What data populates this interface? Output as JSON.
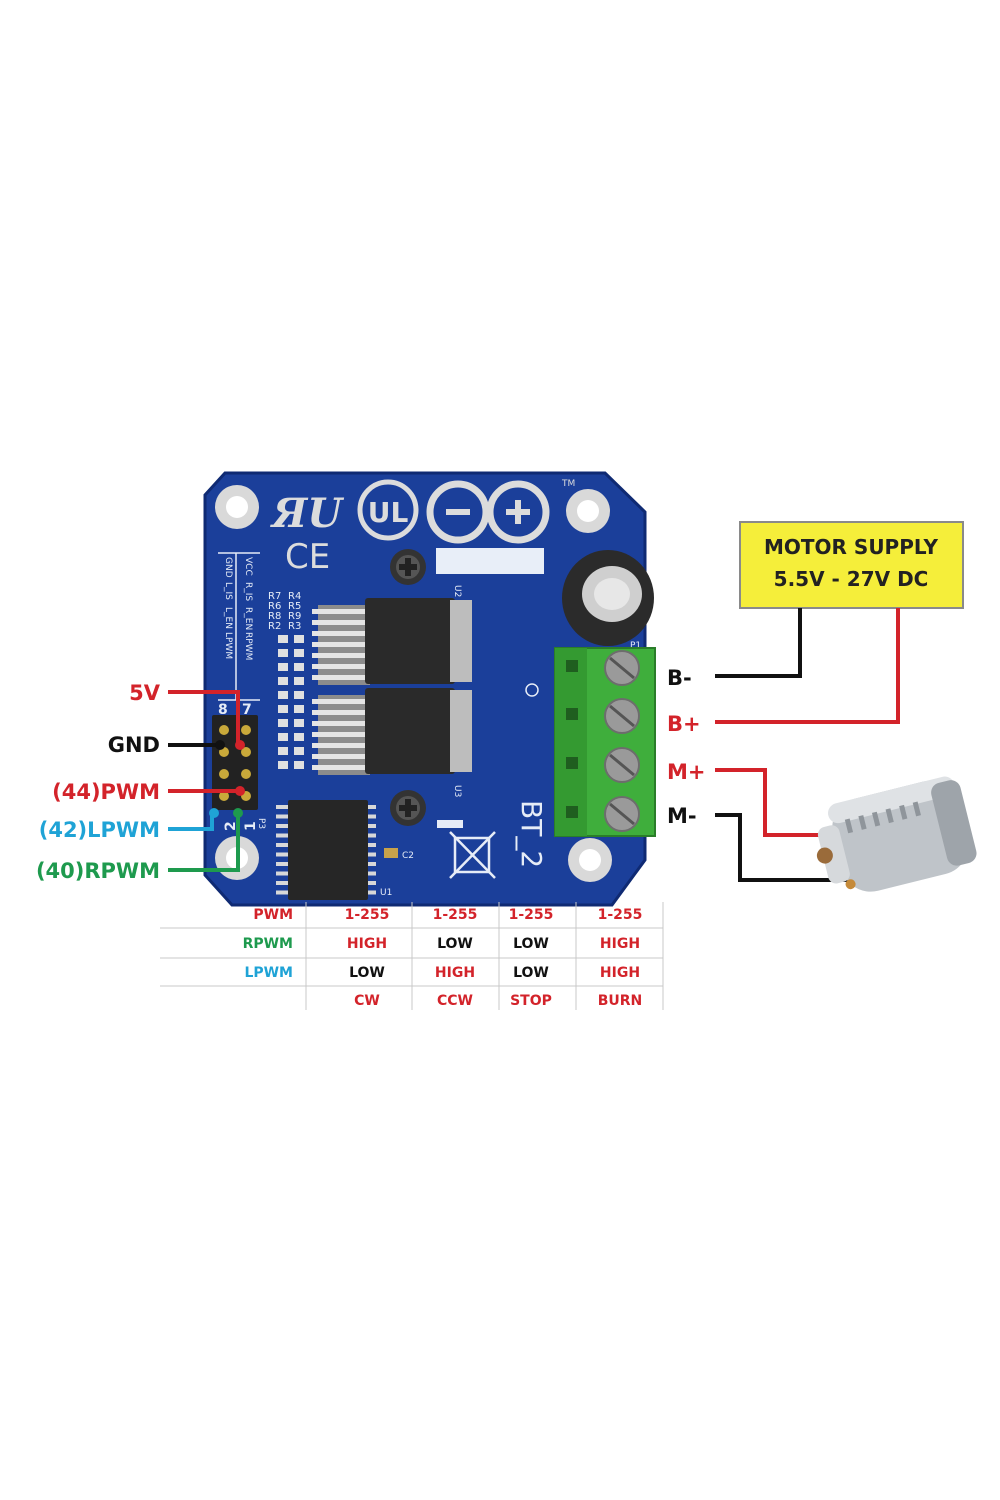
{
  "board": {
    "name": "BT_2",
    "header_labels": [
      "VCC",
      "R_IS",
      "R_EN",
      "RPWM",
      "GND",
      "L_IS",
      "L_EN",
      "LPWM"
    ],
    "resistor_labels": [
      "R7",
      "R4",
      "R6",
      "R5",
      "R8",
      "R9",
      "R2",
      "R3"
    ],
    "chip_labels": [
      "U2",
      "U3",
      "U1",
      "C2",
      "P1",
      "P3"
    ],
    "pin_numbers": [
      "1",
      "2",
      "7",
      "8"
    ],
    "logo_marks": [
      "CE",
      "UL",
      "TM"
    ],
    "colors": {
      "pcb": "#1b3f9a",
      "pcb_edge": "#0f2a73",
      "terminal": "#3fae3c"
    }
  },
  "supply": {
    "line1": "MOTOR SUPPLY",
    "line2": "5.5V - 27V DC",
    "color": "#f5ee3a"
  },
  "pins": [
    {
      "label": "5V",
      "color": "#d3232a"
    },
    {
      "label": "GND",
      "color": "#111111"
    },
    {
      "label": "(44)PWM",
      "color": "#d3232a"
    },
    {
      "label": "(42)LPWM",
      "color": "#1fa3d6"
    },
    {
      "label": "(40)RPWM",
      "color": "#1e9a4e"
    }
  ],
  "terminals": [
    {
      "label": "B-",
      "color": "#111111"
    },
    {
      "label": "B+",
      "color": "#d3232a"
    },
    {
      "label": "M+",
      "color": "#d3232a"
    },
    {
      "label": "M-",
      "color": "#111111"
    }
  ],
  "table": {
    "rows": [
      {
        "label": "PWM",
        "label_color": "#d3232a",
        "cells": [
          {
            "text": "1-255",
            "color": "#d3232a"
          },
          {
            "text": "1-255",
            "color": "#d3232a"
          },
          {
            "text": "1-255",
            "color": "#d3232a"
          },
          {
            "text": "1-255",
            "color": "#d3232a"
          }
        ]
      },
      {
        "label": "RPWM",
        "label_color": "#1e9a4e",
        "cells": [
          {
            "text": "HIGH",
            "color": "#d3232a"
          },
          {
            "text": "LOW",
            "color": "#111111"
          },
          {
            "text": "LOW",
            "color": "#111111"
          },
          {
            "text": "HIGH",
            "color": "#d3232a"
          }
        ]
      },
      {
        "label": "LPWM",
        "label_color": "#1fa3d6",
        "cells": [
          {
            "text": "LOW",
            "color": "#111111"
          },
          {
            "text": "HIGH",
            "color": "#d3232a"
          },
          {
            "text": "LOW",
            "color": "#111111"
          },
          {
            "text": "HIGH",
            "color": "#d3232a"
          }
        ]
      },
      {
        "label": "",
        "label_color": "#111111",
        "cells": [
          {
            "text": "CW",
            "color": "#d3232a"
          },
          {
            "text": "CCW",
            "color": "#d3232a"
          },
          {
            "text": "STOP",
            "color": "#d3232a"
          },
          {
            "text": "BURN",
            "color": "#d3232a"
          }
        ]
      }
    ]
  }
}
